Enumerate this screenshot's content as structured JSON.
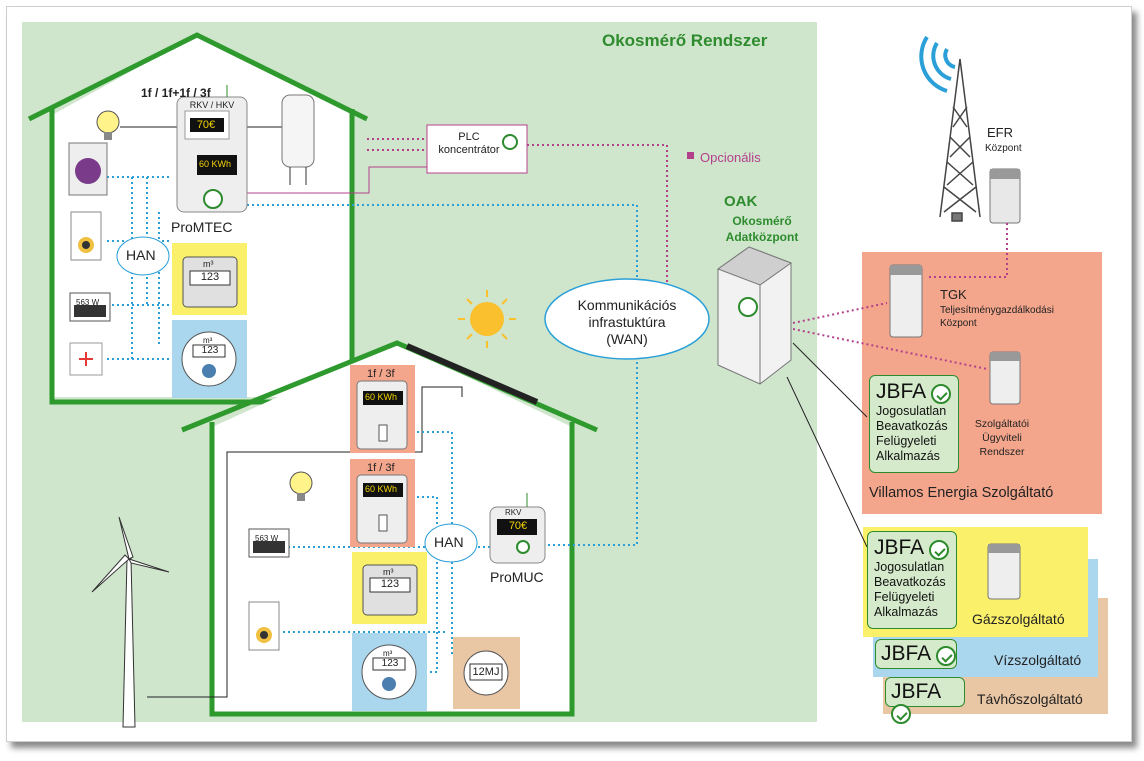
{
  "system_title": "Okosmérő Rendszer",
  "optional_legend": "Opcionális",
  "concentrator": {
    "line1": "PLC",
    "line2": "koncentrátor"
  },
  "wan": {
    "line1": "Kommunikációs",
    "line2": "infrastuktúra",
    "line3": "(WAN)"
  },
  "oak": {
    "title": "OAK",
    "line1": "Okosmérő",
    "line2": "Adatközpont"
  },
  "efr": {
    "title": "EFR",
    "subtitle": "Központ"
  },
  "tgk": {
    "title": "TGK",
    "line1": "Teljesítménygazdálkodási",
    "line2": "Központ"
  },
  "szolg": {
    "line1": "Szolgáltatói",
    "line2": "Ügyviteli",
    "line3": "Rendszer"
  },
  "house1": {
    "meter_type": "1f / 1f+1f / 3f",
    "meter_head": "RKV / HKV",
    "display1": "70€",
    "display2": "60 KWh",
    "device": "ProMTEC",
    "han": "HAN",
    "gas_unit": "m³",
    "gas_value": "123",
    "water_unit": "m³",
    "water_value": "123",
    "power_display": "563 W"
  },
  "house2": {
    "meter1_type": "1f / 3f",
    "meter1_display": "60 KWh",
    "meter2_type": "1f / 3f",
    "meter2_display": "60 KWh",
    "han": "HAN",
    "device_head": "RKV",
    "device_display": "70€",
    "device": "ProMUC",
    "gas_unit": "m³",
    "gas_value": "123",
    "water_unit": "m³",
    "water_value": "123",
    "heat_value": "12MJ",
    "power_display": "563 W"
  },
  "jbfa": {
    "title": "JBFA",
    "line1": "Jogosulatlan",
    "line2": "Beavatkozás",
    "line3": "Felügyeleti",
    "line4": "Alkalmazás"
  },
  "providers": {
    "electric": "Villamos Energia Szolgáltató",
    "gas": "Gázszolgáltató",
    "water": "Vízszolgáltató",
    "heat": "Távhőszolgáltató"
  },
  "colors": {
    "green_bg": "#cfe6cc",
    "house_green": "#2e9a2e",
    "electric": "#f4a68c",
    "gas": "#fbf06a",
    "water": "#aad6ee",
    "heat": "#e9c6a4",
    "han_link": "#2a9fd8",
    "optional_link": "#b4408c"
  }
}
